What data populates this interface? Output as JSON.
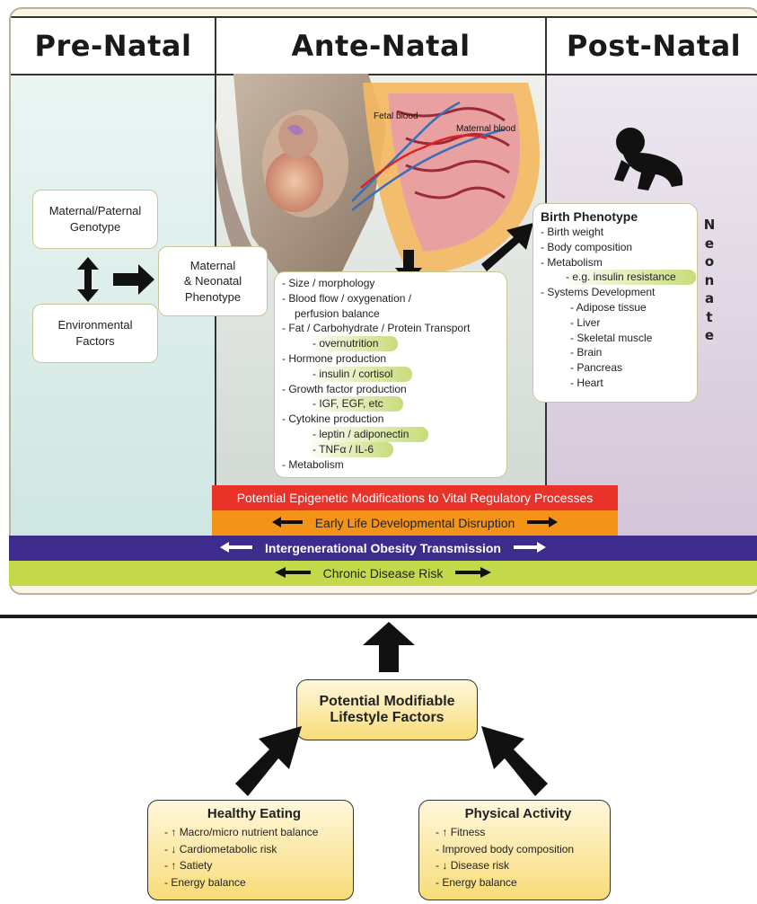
{
  "headers": {
    "pre": "Pre-Natal",
    "ante": "Ante-Natal",
    "post": "Post-Natal"
  },
  "image_labels": {
    "fetal_blood": "Fetal blood",
    "maternal_blood": "Maternal blood"
  },
  "pre_natal": {
    "genotype": [
      "Maternal/Paternal",
      "Genotype"
    ],
    "environment": [
      "Environmental",
      "Factors"
    ],
    "phenotype": [
      "Maternal",
      "& Neonatal",
      "Phenotype"
    ]
  },
  "ante_list": [
    {
      "text": "- Size / morphology",
      "hl": false
    },
    {
      "text": "- Blood flow / oxygenation /",
      "hl": false
    },
    {
      "text": "perfusion balance",
      "hl": false,
      "indent": 1
    },
    {
      "text": "- Fat / Carbohydrate / Protein Transport",
      "hl": false
    },
    {
      "text": "- overnutrition",
      "hl": true
    },
    {
      "text": "- Hormone production",
      "hl": false
    },
    {
      "text": "- insulin / cortisol",
      "hl": true
    },
    {
      "text": "- Growth factor production",
      "hl": false
    },
    {
      "text": "- IGF, EGF, etc",
      "hl": true
    },
    {
      "text": "- Cytokine production",
      "hl": false
    },
    {
      "text": "- leptin / adiponectin",
      "hl": true
    },
    {
      "text": "- TNFα / IL-6",
      "hl": true
    },
    {
      "text": "- Metabolism",
      "hl": false
    }
  ],
  "birth": {
    "title": "Birth Phenotype",
    "items": [
      {
        "text": "- Birth weight",
        "hl": false
      },
      {
        "text": "- Body composition",
        "hl": false
      },
      {
        "text": "- Metabolism",
        "hl": false
      },
      {
        "text": "- e.g. insulin resistance",
        "hl": true,
        "indent": 2
      },
      {
        "text": "- Systems Development",
        "hl": false
      },
      {
        "text": "- Adipose tissue",
        "hl": false,
        "indent": 3
      },
      {
        "text": "- Liver",
        "hl": false,
        "indent": 3
      },
      {
        "text": "- Skeletal muscle",
        "hl": false,
        "indent": 3
      },
      {
        "text": "- Brain",
        "hl": false,
        "indent": 3
      },
      {
        "text": "- Pancreas",
        "hl": false,
        "indent": 3
      },
      {
        "text": "- Heart",
        "hl": false,
        "indent": 3
      }
    ]
  },
  "neonate": [
    "N",
    "e",
    "o",
    "n",
    "a",
    "t",
    "e"
  ],
  "bands": {
    "epigenetic": "Potential Epigenetic Modifications to Vital Regulatory Processes",
    "early_life": "Early Life Developmental Disruption",
    "intergenerational": "Intergenerational Obesity Transmission",
    "chronic": "Chronic Disease Risk"
  },
  "lifestyle": {
    "title": [
      "Potential Modifiable",
      "Lifestyle Factors"
    ]
  },
  "healthy": {
    "title": "Healthy Eating",
    "items": [
      {
        "arrow": "up",
        "text": "Macro/micro nutrient balance"
      },
      {
        "arrow": "down",
        "text": "Cardiometabolic risk"
      },
      {
        "arrow": "up",
        "text": "Satiety"
      },
      {
        "arrow": "",
        "text": "Energy balance"
      }
    ]
  },
  "physical": {
    "title": "Physical Activity",
    "items": [
      {
        "arrow": "up",
        "text": "Fitness"
      },
      {
        "arrow": "",
        "text": "Improved body composition"
      },
      {
        "arrow": "down",
        "text": "Disease risk"
      },
      {
        "arrow": "",
        "text": "Energy balance"
      }
    ]
  },
  "colors": {
    "epigenetic": "#e8322a",
    "early_life": "#f39419",
    "intergenerational": "#3d2c8c",
    "chronic": "#c4d94a",
    "highlight": "#c8dc7a",
    "lifestyle_box": "#f8dc78"
  },
  "icons": [
    "pregnant-woman-illustration",
    "placenta-illustration",
    "crawling-baby-icon",
    "black-arrow-icon"
  ]
}
